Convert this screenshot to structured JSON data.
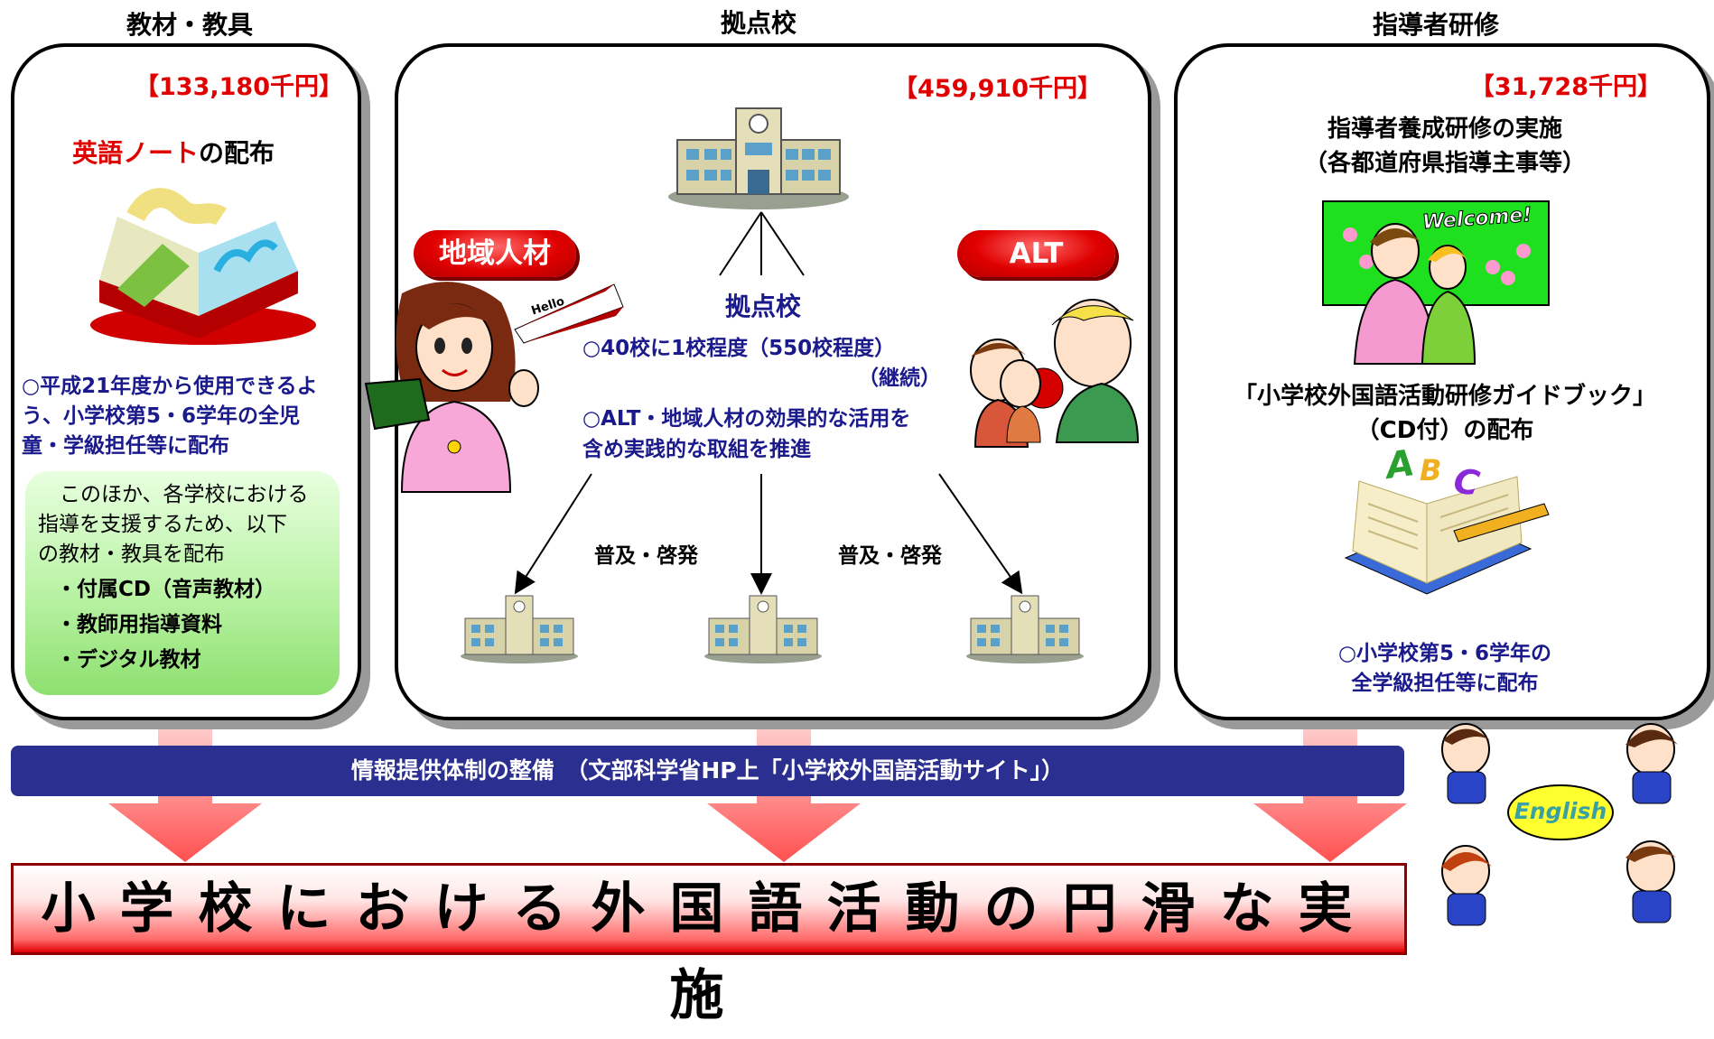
{
  "columns": {
    "left": {
      "title": "教材・教具",
      "budget": "【133,180千円】"
    },
    "center": {
      "title": "拠点校",
      "budget": "【459,910千円】"
    },
    "right": {
      "title": "指導者研修",
      "budget": "【31,728千円】"
    }
  },
  "left_panel": {
    "heading_red": "英語ノート",
    "heading_black": "の配布",
    "desc_lines": [
      "○平成21年度から使用できるよ",
      "う、小学校第5・6学年の全児",
      "童・学級担任等に配布"
    ],
    "note_lines": [
      "このほか、各学校における",
      "指導を支援するため、以下",
      "の教材・教具を配布"
    ],
    "items": [
      "・付属CD（音声教材）",
      "・教師用指導資料",
      "・デジタル教材"
    ]
  },
  "center_panel": {
    "left_pill": "地域人材",
    "right_pill": "ALT",
    "hello": "Hello",
    "hub_label": "拠点校",
    "line1": "○40校に1校程度（550校程度）",
    "line1b": "（継続）",
    "line2a": "○ALT・地域人材の効果的な活用を",
    "line2b": "含め実践的な取組を推進",
    "spread_left": "普及・啓発",
    "spread_right": "普及・啓発"
  },
  "right_panel": {
    "title_lines": [
      "指導者養成研修の実施",
      "（各都道府県指導主事等）"
    ],
    "board_text": "Welcome!",
    "guide_lines": [
      "「小学校外国語活動研修ガイドブック」",
      "（CD付）の配布"
    ],
    "abc": [
      "A",
      "B",
      "C"
    ],
    "dist_lines": [
      "○小学校第5・6学年の",
      "全学級担任等に配布"
    ]
  },
  "info_bar": "情報提供体制の整備　（文部科学省HP上「小学校外国語活動サイト」）",
  "english_bubble": "English",
  "bottom_title": "小学校における外国語活動の円滑な実施",
  "colors": {
    "red": "#e00000",
    "blue": "#1a1a8c",
    "navy_bar": "#2b2f8f",
    "green": "#8ee070"
  }
}
